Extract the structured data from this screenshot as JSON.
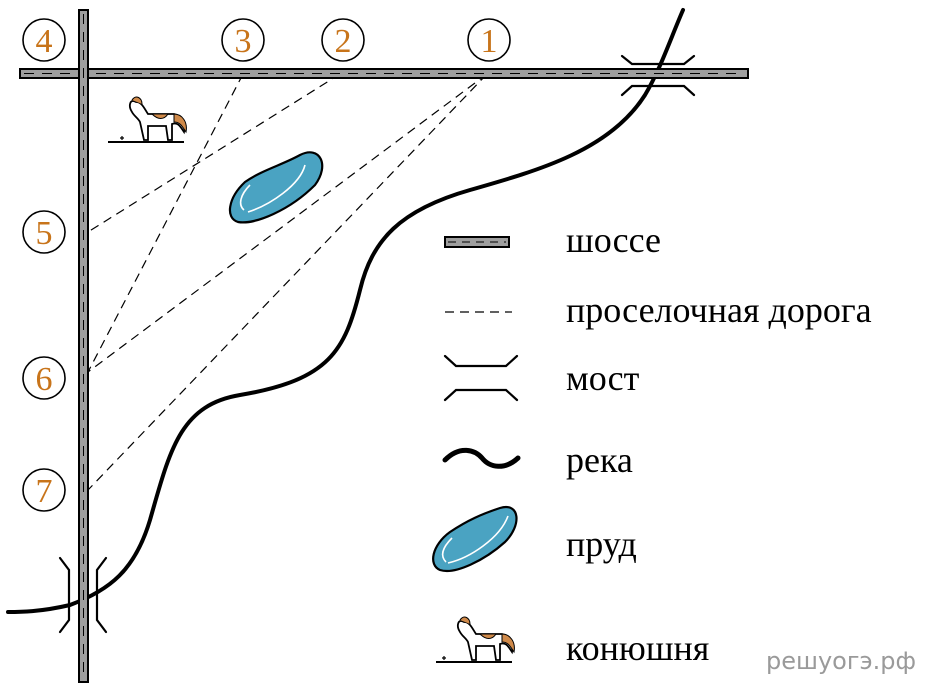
{
  "markers": [
    {
      "id": "1",
      "label": "1"
    },
    {
      "id": "2",
      "label": "2"
    },
    {
      "id": "3",
      "label": "3"
    },
    {
      "id": "4",
      "label": "4"
    },
    {
      "id": "5",
      "label": "5"
    },
    {
      "id": "6",
      "label": "6"
    },
    {
      "id": "7",
      "label": "7"
    }
  ],
  "legend": {
    "highway": "шоссе",
    "dirt_road": "проселочная дорога",
    "bridge": "мост",
    "river": "река",
    "pond": "пруд",
    "stable": "конюшня"
  },
  "watermark": "решуогэ.рф",
  "colors": {
    "marker_text": "#c8741a",
    "road": "#9e9e9e",
    "pond": "#4aa3c2",
    "horse_patch": "#d08a4a"
  }
}
